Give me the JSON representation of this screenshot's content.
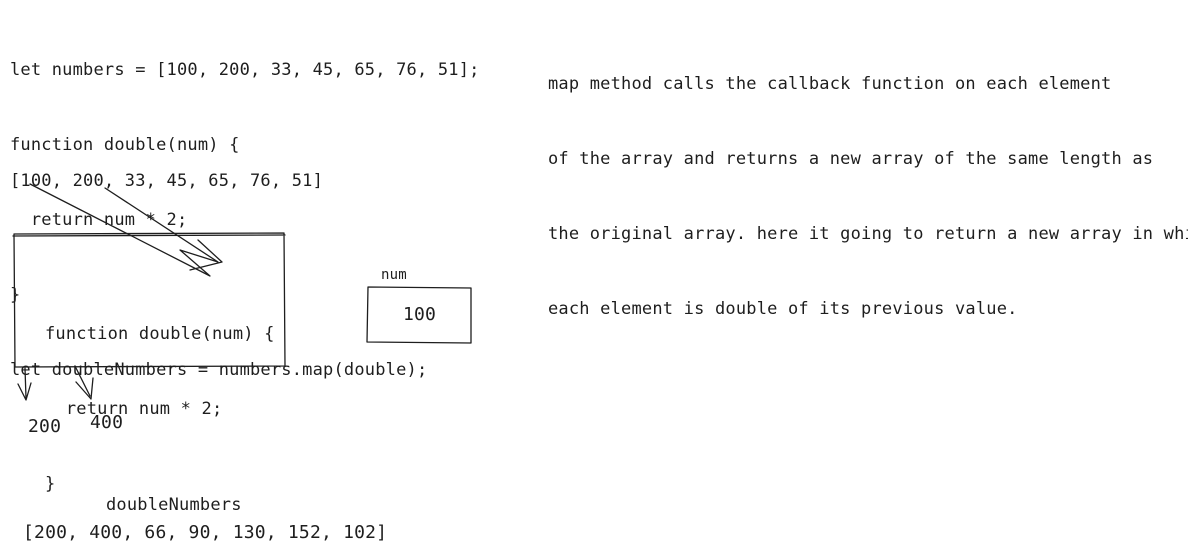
{
  "code": {
    "lines": [
      "let numbers = [100, 200, 33, 45, 65, 76, 51];",
      "function double(num) {",
      "  return num * 2;",
      "}",
      "let doubleNumbers = numbers.map(double);"
    ]
  },
  "explanation": {
    "lines": [
      "map method calls the callback function on each element",
      "of the array and returns a new array of the same length as",
      "the original array. here it going to return a new array in which",
      "each element is double of its previous value."
    ]
  },
  "input_array": "[100, 200, 33, 45, 65, 76, 51]",
  "function_box": {
    "lines": [
      "function double(num) {",
      "  return num * 2;",
      "}"
    ]
  },
  "num_box": {
    "label": "num",
    "value": "100"
  },
  "outputs": {
    "first": "200",
    "second": "400"
  },
  "result": {
    "label": "doubleNumbers",
    "array": "[200, 400, 66, 90, 130, 152, 102]"
  }
}
